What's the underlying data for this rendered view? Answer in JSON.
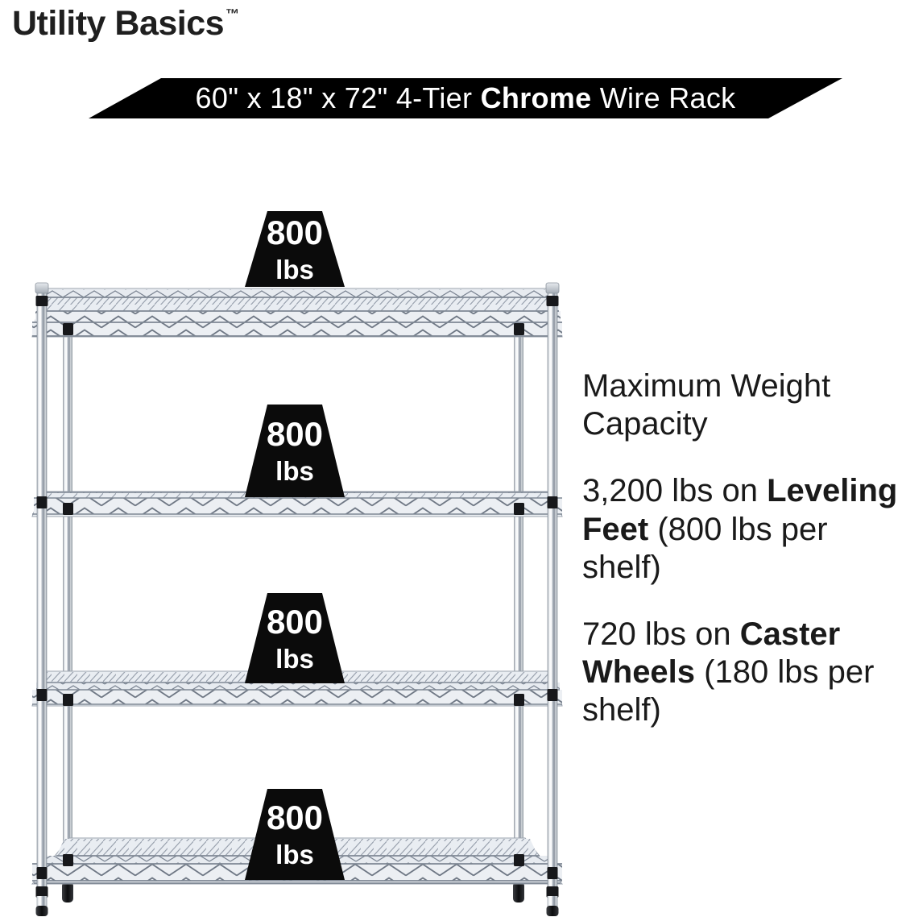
{
  "brand": {
    "name": "Utility Basics",
    "trademark": "™"
  },
  "banner": {
    "prefix": "60\" x 18\" x 72\" 4-Tier ",
    "highlight": "Chrome",
    "suffix": " Wire Rack",
    "background_color": "#000000",
    "text_color": "#ffffff"
  },
  "rack": {
    "tiers": 4,
    "finish": "Chrome",
    "shelf_weight_labels": [
      {
        "value": "800",
        "unit": "lbs"
      },
      {
        "value": "800",
        "unit": "lbs"
      },
      {
        "value": "800",
        "unit": "lbs"
      },
      {
        "value": "800",
        "unit": "lbs"
      }
    ],
    "label_background_color": "#000000",
    "label_text_color": "#ffffff"
  },
  "info": {
    "heading": "Maximum Weight Capacity",
    "items": [
      {
        "prefix": "3,200 lbs on ",
        "bold": "Leveling Feet",
        "suffix": " (800 lbs per shelf)"
      },
      {
        "prefix": "720 lbs on ",
        "bold": "Caster Wheels",
        "suffix": " (180 lbs per shelf)"
      }
    ],
    "text_color": "#1a1a1a"
  }
}
